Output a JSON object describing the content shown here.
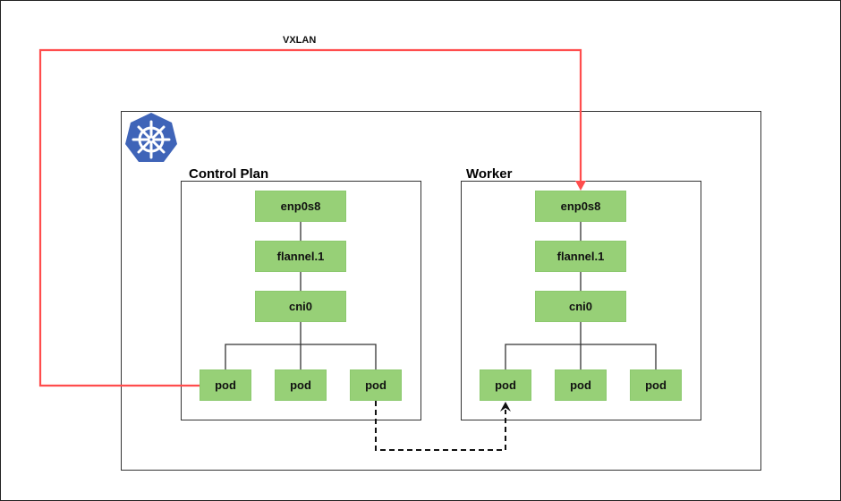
{
  "diagram": {
    "colors": {
      "node_fill": "#97d077",
      "vxlan_line": "#ff4d4d",
      "border": "#333333",
      "k8s_logo": "#3f64b8"
    },
    "vxlan_label": "VXLAN",
    "cluster": {
      "logo_icon": "kubernetes-helm-wheel-icon"
    },
    "control_plane": {
      "title": "Control Plan",
      "interfaces": [
        "enp0s8",
        "flannel.1",
        "cni0"
      ],
      "pods": [
        "pod",
        "pod",
        "pod"
      ]
    },
    "worker": {
      "title": "Worker",
      "interfaces": [
        "enp0s8",
        "flannel.1",
        "cni0"
      ],
      "pods": [
        "pod",
        "pod",
        "pod"
      ]
    },
    "connections": [
      {
        "from": "control_plane.pod.0",
        "to": "worker.enp0s8",
        "style": "solid-red",
        "label": "VXLAN"
      },
      {
        "from": "control_plane.pod.2",
        "to": "worker.pod.0",
        "style": "dashed-black"
      }
    ]
  }
}
